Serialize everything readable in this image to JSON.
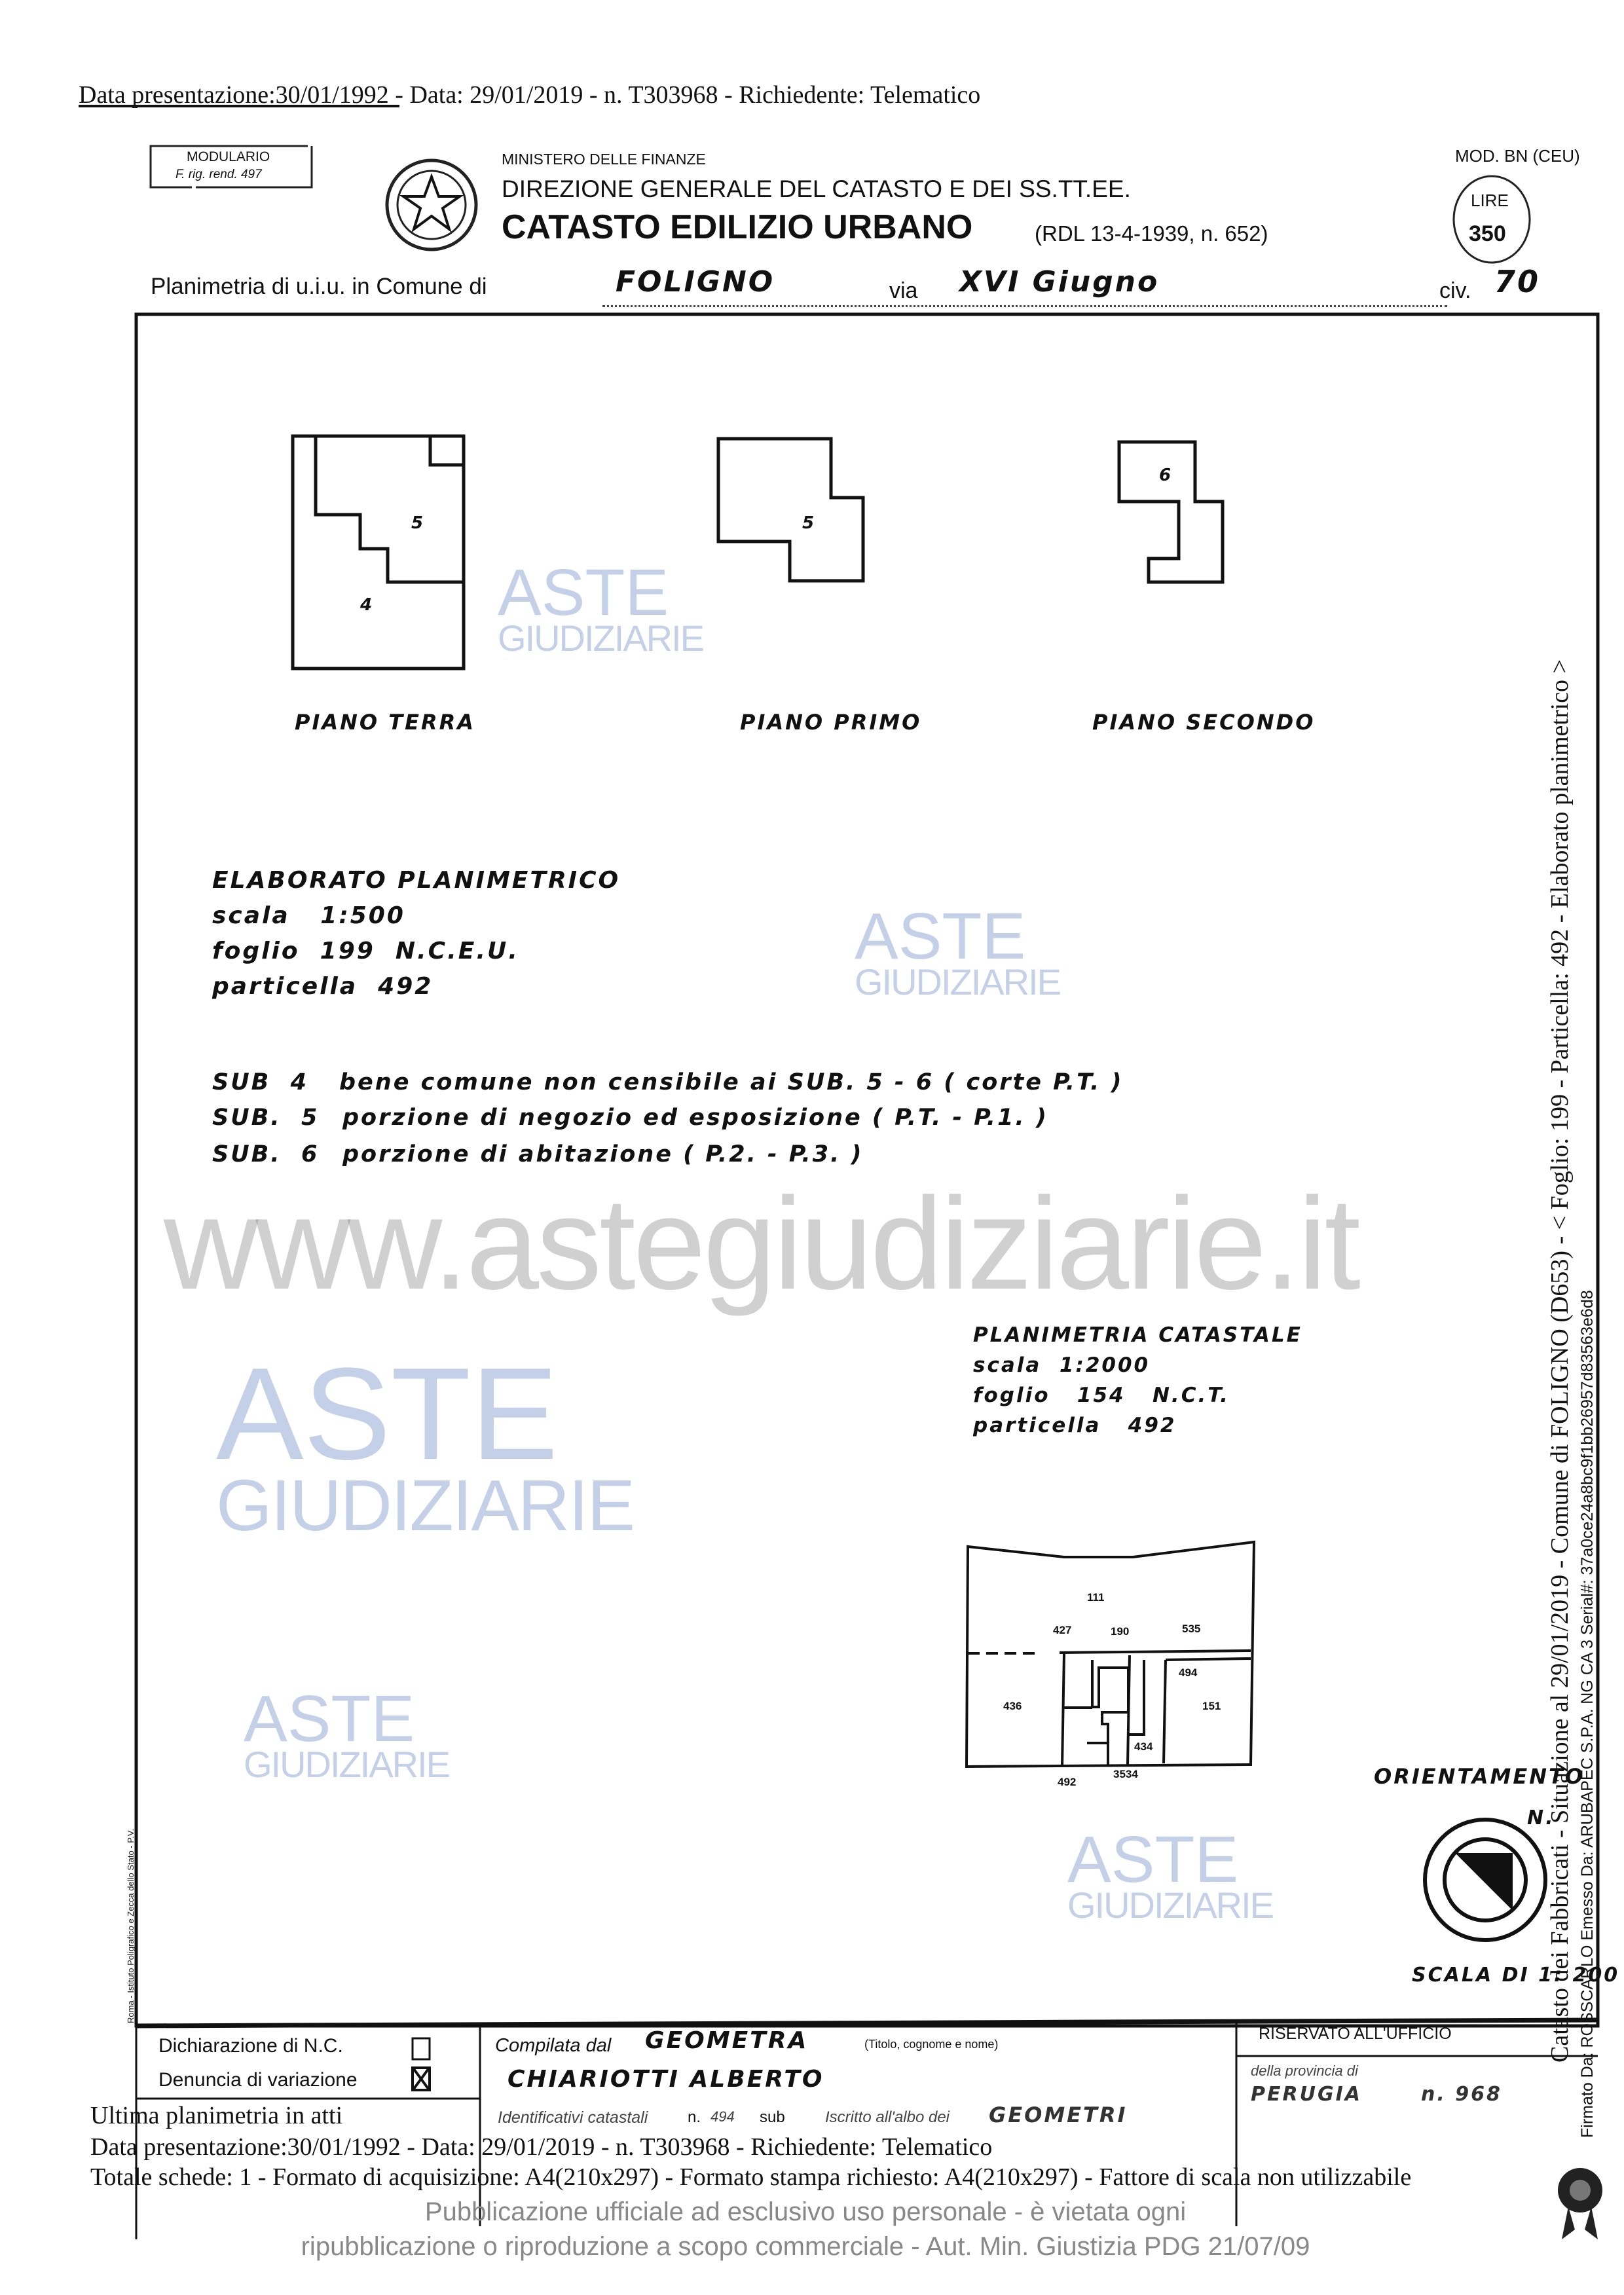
{
  "header": {
    "top_line": "Data presentazione:30/01/1992 - Data: 29/01/2019 - n. T303968 - Richiedente: Telematico",
    "modulario": "MODULARIO",
    "modulario_ref": "F. rig. rend. 497",
    "ministry": "MINISTERO DELLE FINANZE",
    "direction": "DIREZIONE GENERALE DEL CATASTO E DEI SS.TT.EE.",
    "title": "CATASTO EDILIZIO URBANO",
    "law": "(RDL 13-4-1939, n. 652)",
    "model": "MOD. BN (CEU)",
    "stamp_lire": "LIRE",
    "stamp_value": "350",
    "plan_label": "Planimetria di u.i.u. in Comune di",
    "comune": "FOLIGNO",
    "via_label": "via",
    "via": "XVI Giugno",
    "civ_label": "civ.",
    "civ": "70"
  },
  "floors": [
    {
      "label": "PIANO TERRA",
      "units": [
        "5",
        "4"
      ]
    },
    {
      "label": "PIANO PRIMO",
      "units": [
        "5"
      ]
    },
    {
      "label": "PIANO SECONDO",
      "units": [
        "6"
      ]
    }
  ],
  "elaborato": {
    "title": "ELABORATO PLANIMETRICO",
    "scale": "scala   1:500",
    "foglio": "foglio  199  N.C.E.U.",
    "particella": "particella  492"
  },
  "subs": [
    {
      "sub": "SUB  4",
      "desc": "bene comune non censibile ai SUB. 5 - 6 ( corte P.T. )"
    },
    {
      "sub": "SUB.  5",
      "desc": "porzione di negozio ed esposizione ( P.T. - P.1. )"
    },
    {
      "sub": "SUB.  6",
      "desc": "porzione di abitazione ( P.2. - P.3. )"
    }
  ],
  "catastale": {
    "title": "PLANIMETRIA CATASTALE",
    "scale": "scala  1:2000",
    "foglio": "foglio   154   N.C.T.",
    "particella": "particella   492"
  },
  "map_labels": [
    "111",
    "427",
    "190",
    "535",
    "494",
    "436",
    "151",
    "434",
    "492",
    "3534"
  ],
  "orientation": {
    "label": "ORIENTAMENTO",
    "north": "N."
  },
  "scale_footer": "SCALA DI 1: 200",
  "form": {
    "dichiarazione": "Dichiarazione di N.C.",
    "denuncia": "Denuncia di variazione",
    "compilata": "Compilata dal",
    "qualifica": "GEOMETRA",
    "titolo_hint": "(Titolo, cognome e nome)",
    "nome": "CHIARIOTTI ALBERTO",
    "riservato": "RISERVATO ALL'UFFICIO",
    "identificativi": "Identificativi catastali",
    "n_label": "n.",
    "n_value": "494",
    "sub_label": "sub",
    "iscritto": "Iscritto all'albo dei",
    "iscritto_value": "GEOMETRI",
    "provincia": "della provincia di",
    "provincia_value": "PERUGIA",
    "numero": "n. 968"
  },
  "overlay": {
    "ultima": "Ultima planimetria in atti",
    "data_line": "Data presentazione:30/01/1992 - Data: 29/01/2019 - n. T303968 - Richiedente: Telematico",
    "totale": "Totale schede: 1 - Formato di acquisizione: A4(210x297) - Formato stampa richiesto: A4(210x297) - Fattore di scala non utilizzabile"
  },
  "side": {
    "catasto": "Catasto dei Fabbricati - Situazione al 29/01/2019 - Comune di FOLIGNO (D653) - < Foglio: 199 - Particella: 492 - Elaborato planimetrico >",
    "firmato": "Firmato Da: ROSSCARLO Emesso Da: ARUBAPEC S.P.A. NG CA 3 Serial#: 37a0ce24a8bc9f1bb26957d83563e6d8",
    "printer": "Roma - Istituto Poligrafico e Zecca dello Stato - P.V."
  },
  "watermark": {
    "line1": "ASTE",
    "line2": "GIUDIZIARIE",
    "url": "www.astegiudiziarie.it",
    "notice1": "Pubblicazione ufficiale ad esclusivo uso personale - è vietata ogni",
    "notice2": "ripubblicazione o riproduzione a scopo commerciale - Aut. Min. Giustizia PDG 21/07/09"
  }
}
